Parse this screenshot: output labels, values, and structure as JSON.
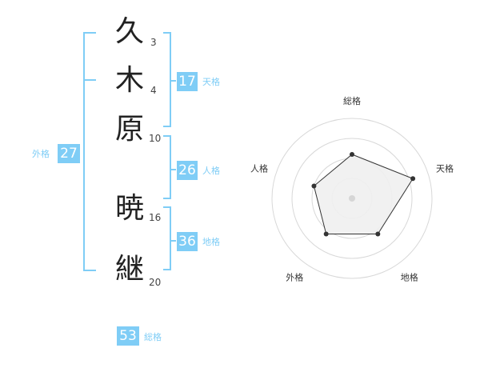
{
  "characters": [
    {
      "char": "久",
      "strokes": "3"
    },
    {
      "char": "木",
      "strokes": "4"
    },
    {
      "char": "原",
      "strokes": "10"
    },
    {
      "char": "暁",
      "strokes": "16"
    },
    {
      "char": "継",
      "strokes": "20"
    }
  ],
  "fortunes": {
    "tenkaku": {
      "value": "17",
      "label": "天格"
    },
    "jinkaku": {
      "value": "26",
      "label": "人格"
    },
    "chikaku": {
      "value": "36",
      "label": "地格"
    },
    "gaikaku": {
      "value": "27",
      "label": "外格"
    },
    "soukaku": {
      "value": "53",
      "label": "総格"
    }
  },
  "colors": {
    "accent": "#7fcdf6",
    "text": "#222222"
  },
  "chart_data": {
    "type": "radar",
    "axes": [
      "総格",
      "天格",
      "地格",
      "外格",
      "人格"
    ],
    "values": [
      0.55,
      0.8,
      0.55,
      0.55,
      0.5
    ],
    "range": [
      0,
      1
    ],
    "rings": 3
  }
}
